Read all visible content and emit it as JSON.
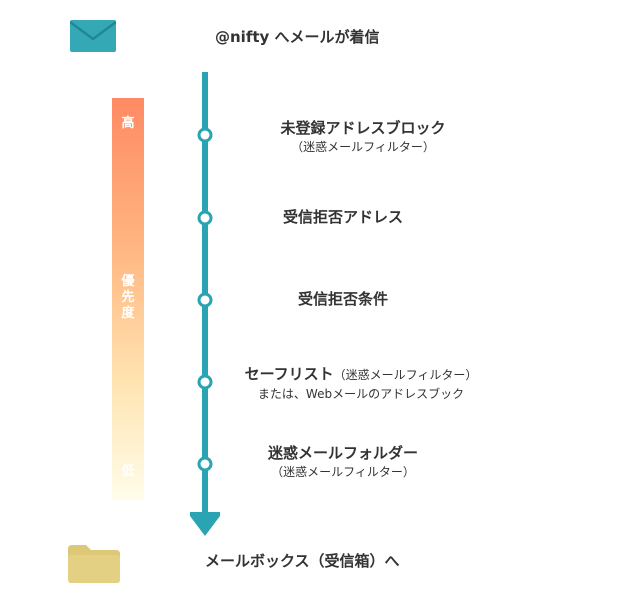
{
  "header": {
    "incoming_text": "@nifty へメールが着信"
  },
  "priority": {
    "high_label": "高",
    "priority_label_chars": [
      "優",
      "先",
      "度"
    ],
    "low_label": "低"
  },
  "steps": [
    {
      "main": "未登録アドレスブロック",
      "sub": "（迷惑メールフィルター）"
    },
    {
      "main": "受信拒否アドレス"
    },
    {
      "main": "受信拒否条件"
    },
    {
      "main": "セーフリスト",
      "inline_sub": "（迷惑メールフィルター）",
      "sub": "または、Webメールのアドレスブック"
    },
    {
      "main": "迷惑メールフォルダー",
      "sub": "（迷惑メールフィルター）"
    }
  ],
  "footer": {
    "mailbox_text": "メールボックス（受信箱）へ"
  },
  "colors": {
    "timeline": "#2aa3b3",
    "envelope": "#35a8b6",
    "folder": "#ddc877",
    "gradient_top": "#ff8a63",
    "gradient_bottom": "#fffdea"
  }
}
